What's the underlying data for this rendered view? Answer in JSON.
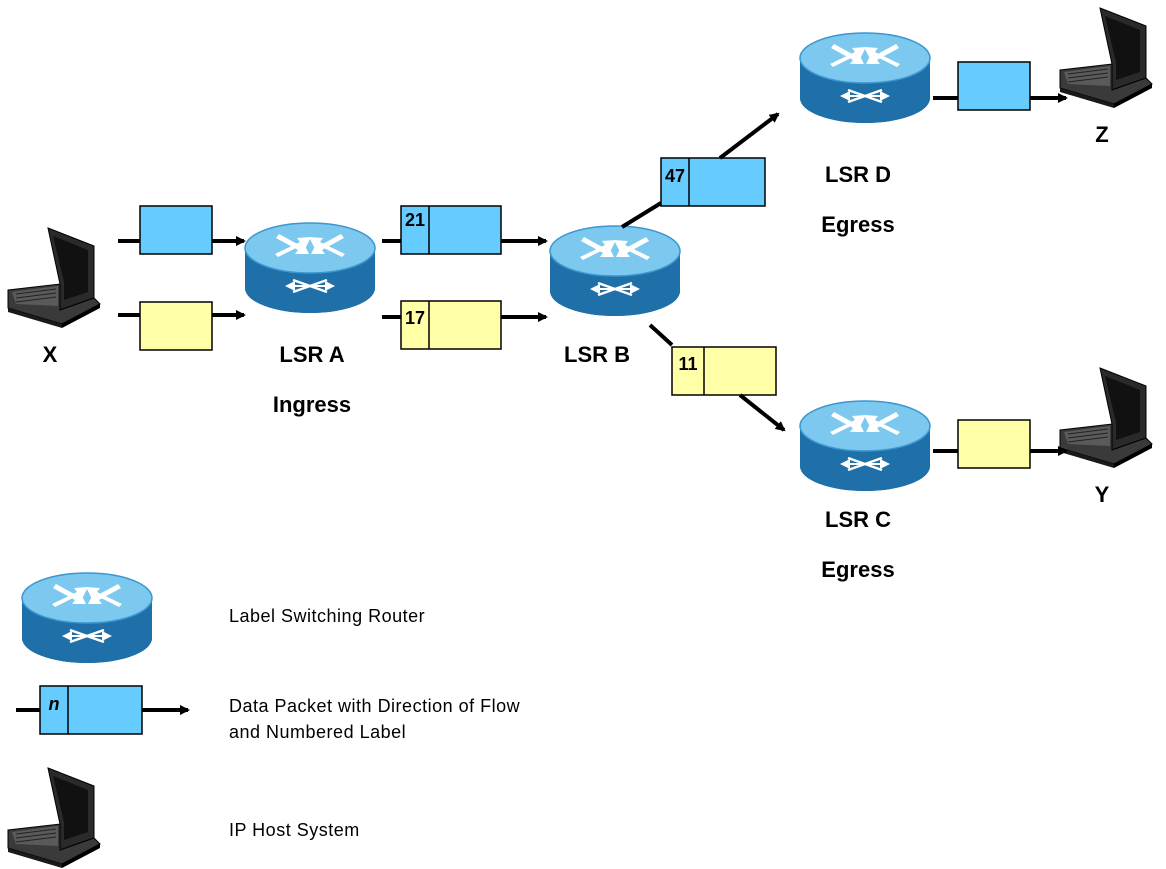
{
  "colors": {
    "packet_blue": "#66CCFF",
    "packet_yellow": "#FFFFA8",
    "router_body": "#2E86C1",
    "router_top": "#6FC3EA",
    "laptop_body": "#1a1a1a"
  },
  "hosts": {
    "x": "X",
    "y": "Y",
    "z": "Z"
  },
  "routers": {
    "a": {
      "name": "LSR A",
      "role": "Ingress"
    },
    "b": {
      "name": "LSR B"
    },
    "c": {
      "name": "LSR C",
      "role": "Egress"
    },
    "d": {
      "name": "LSR D",
      "role": "Egress"
    }
  },
  "labels": {
    "ab_blue": "21",
    "ab_yellow": "17",
    "bd_blue": "47",
    "bc_yellow": "11"
  },
  "legend": {
    "router": "Label Switching Router",
    "packet_line1": "Data Packet with Direction of Flow",
    "packet_line2": "and Numbered Label",
    "packet_label": "n",
    "host": "IP Host System"
  },
  "icons": [
    "router-icon",
    "laptop-icon",
    "packet-icon",
    "arrow-icon"
  ]
}
